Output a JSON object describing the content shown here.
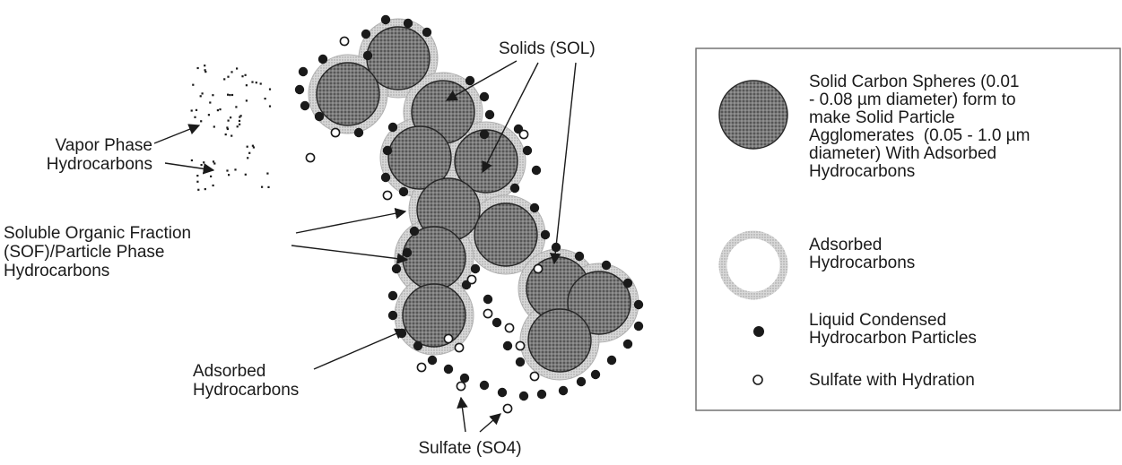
{
  "labels": {
    "vapor_phase": "Vapor Phase\nHydrocarbons",
    "solids": "Solids (SOL)",
    "sof": "Soluble Organic Fraction\n(SOF)/Particle Phase\nHydrocarbons",
    "adsorbed": "Adsorbed\nHydrocarbons",
    "sulfate": "Sulfate (SO4)"
  },
  "legend": {
    "items": [
      {
        "icon": "solid-carbon-sphere-icon",
        "text": "Solid Carbon Spheres (0.01\n- 0.08 µm diameter) form to\nmake Solid Particle\nAgglomerates  (0.05 - 1.0 µm\ndiameter) With Adsorbed\nHydrocarbons"
      },
      {
        "icon": "adsorbed-ring-icon",
        "text": "Adsorbed\nHydrocarbons"
      },
      {
        "icon": "liquid-dot-icon",
        "text": "Liquid Condensed\nHydrocarbon Particles"
      },
      {
        "icon": "sulfate-circle-icon",
        "text": "Sulfate with Hydration"
      }
    ]
  },
  "colors": {
    "sphere_fill": "#6e6e6e",
    "halo": "#c8c8c8",
    "ink": "#1a1a1a"
  }
}
